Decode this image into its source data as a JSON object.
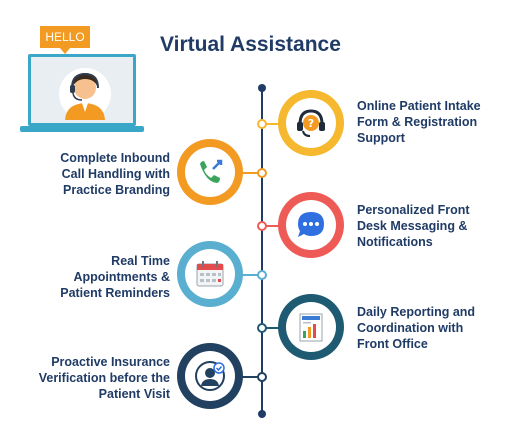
{
  "title": "Virtual Assistance",
  "bubble_text": "HELLO",
  "colors": {
    "navy": "#1f3b66",
    "yellow": "#f5b82e",
    "orange": "#f29a22",
    "red": "#ee5b57",
    "blue": "#5aaed0",
    "teal": "#1f5a73",
    "darknavy": "#22405f"
  },
  "items": [
    {
      "lines": [
        "Online Patient Intake",
        "Form & Registration",
        "Support"
      ],
      "icon": "question-headset-icon"
    },
    {
      "lines": [
        "Complete Inbound",
        "Call Handling with",
        "Practice Branding"
      ],
      "icon": "phone-call-icon"
    },
    {
      "lines": [
        "Personalized Front",
        "Desk Messaging &",
        "Notifications"
      ],
      "icon": "chat-bubble-icon"
    },
    {
      "lines": [
        "Real Time",
        "Appointments &",
        "Patient Reminders"
      ],
      "icon": "calendar-icon"
    },
    {
      "lines": [
        "Daily Reporting and",
        "Coordination with",
        "Front Office"
      ],
      "icon": "report-icon"
    },
    {
      "lines": [
        "Proactive Insurance",
        "Verification before the",
        "Patient Visit"
      ],
      "icon": "verified-user-icon"
    }
  ]
}
